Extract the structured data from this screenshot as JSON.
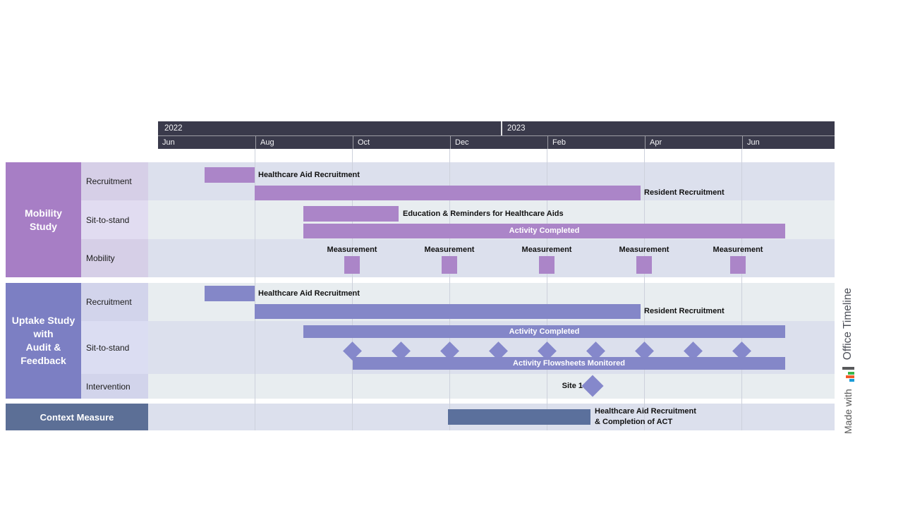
{
  "header": {
    "years": [
      {
        "label": "2022"
      },
      {
        "label": "2023"
      }
    ],
    "months": [
      {
        "label": "Jun"
      },
      {
        "label": "Aug"
      },
      {
        "label": "Oct"
      },
      {
        "label": "Dec"
      },
      {
        "label": "Feb"
      },
      {
        "label": "Apr"
      },
      {
        "label": "Jun"
      }
    ]
  },
  "groups": [
    {
      "label": "Mobility Study",
      "lines": [
        "Mobility",
        "Study"
      ],
      "rows": [
        {
          "label": "Recruitment",
          "bars": [
            {
              "label": "Healthcare Aid Recruitment"
            },
            {
              "label": "Resident Recruitment"
            }
          ]
        },
        {
          "label": "Sit-to-stand",
          "bars": [
            {
              "label": "Education & Reminders for Healthcare Aids"
            },
            {
              "label": "Activity Completed"
            }
          ]
        },
        {
          "label": "Mobility",
          "milestones": [
            {
              "label": "Measurement"
            },
            {
              "label": "Measurement"
            },
            {
              "label": "Measurement"
            },
            {
              "label": "Measurement"
            },
            {
              "label": "Measurement"
            }
          ]
        }
      ]
    },
    {
      "label": "Uptake Study with Audit & Feedback",
      "lines": [
        "Uptake Study",
        "with",
        "Audit &",
        "Feedback"
      ],
      "rows": [
        {
          "label": "Recruitment",
          "bars": [
            {
              "label": "Healthcare Aid Recruitment"
            },
            {
              "label": "Resident Recruitment"
            }
          ]
        },
        {
          "label": "Sit-to-stand",
          "bars": [
            {
              "label": "Activity Completed"
            },
            {
              "label": "Activity Flowsheets Monitored"
            }
          ],
          "milestones_count": 9
        },
        {
          "label": "Intervention",
          "milestones": [
            {
              "label": "Site 1"
            }
          ]
        }
      ]
    },
    {
      "label": "Context Measure",
      "bar": {
        "label_lines": [
          "Healthcare Aid Recruitment",
          "& Completion of ACT"
        ]
      }
    }
  ],
  "watermark": {
    "prefix": "Made with",
    "brand": "Office Timeline"
  },
  "colors": {
    "header_bg": "#3a3a4b",
    "mobility_accent": "#ab85c8",
    "mobility_block": "#a77ec5",
    "uptake_accent": "#8487c8",
    "uptake_block": "#7c7fc3",
    "context_accent": "#5b709c",
    "context_block": "#5c6f96",
    "row_lavender": "#dce0ed",
    "row_pale": "#e8edf0"
  },
  "chart_data": {
    "type": "gantt",
    "title": "",
    "x_axis": {
      "start": "2022-06",
      "end": "2023-07",
      "year_labels": [
        "2022",
        "2023"
      ],
      "month_ticks": [
        "Jun",
        "Aug",
        "Oct",
        "Dec",
        "Feb",
        "Apr",
        "Jun"
      ]
    },
    "legend_position": "none",
    "grid": true,
    "groups": [
      {
        "name": "Mobility Study",
        "color": "#ab85c8",
        "rows": [
          {
            "name": "Recruitment",
            "tasks": [
              {
                "label": "Healthcare Aid Recruitment",
                "start": "2022-07-01",
                "end": "2022-08-01"
              },
              {
                "label": "Resident Recruitment",
                "start": "2022-08-01",
                "end": "2023-04-01"
              }
            ]
          },
          {
            "name": "Sit-to-stand",
            "tasks": [
              {
                "label": "Education & Reminders for Healthcare Aids",
                "start": "2022-09-01",
                "end": "2022-11-01"
              },
              {
                "label": "Activity Completed",
                "start": "2022-09-01",
                "end": "2023-06-30",
                "label_inside": true
              }
            ]
          },
          {
            "name": "Mobility",
            "milestones": [
              {
                "label": "Measurement",
                "date": "2022-10-01",
                "shape": "square"
              },
              {
                "label": "Measurement",
                "date": "2022-12-01",
                "shape": "square"
              },
              {
                "label": "Measurement",
                "date": "2023-02-01",
                "shape": "square"
              },
              {
                "label": "Measurement",
                "date": "2023-04-01",
                "shape": "square"
              },
              {
                "label": "Measurement",
                "date": "2023-06-01",
                "shape": "square"
              }
            ]
          }
        ]
      },
      {
        "name": "Uptake Study with Audit & Feedback",
        "color": "#8487c8",
        "rows": [
          {
            "name": "Recruitment",
            "tasks": [
              {
                "label": "Healthcare Aid Recruitment",
                "start": "2022-07-01",
                "end": "2022-08-01"
              },
              {
                "label": "Resident Recruitment",
                "start": "2022-08-01",
                "end": "2023-04-01"
              }
            ]
          },
          {
            "name": "Sit-to-stand",
            "tasks": [
              {
                "label": "Activity Completed",
                "start": "2022-09-01",
                "end": "2023-06-30",
                "label_inside": true
              },
              {
                "label": "Activity Flowsheets Monitored",
                "start": "2022-10-01",
                "end": "2023-06-30",
                "label_inside": true
              }
            ],
            "milestones": [
              {
                "date": "2022-10-01",
                "shape": "diamond"
              },
              {
                "date": "2022-11-01",
                "shape": "diamond"
              },
              {
                "date": "2022-12-01",
                "shape": "diamond"
              },
              {
                "date": "2023-01-01",
                "shape": "diamond"
              },
              {
                "date": "2023-02-01",
                "shape": "diamond"
              },
              {
                "date": "2023-03-01",
                "shape": "diamond"
              },
              {
                "date": "2023-04-01",
                "shape": "diamond"
              },
              {
                "date": "2023-05-01",
                "shape": "diamond"
              },
              {
                "date": "2023-06-01",
                "shape": "diamond"
              }
            ]
          },
          {
            "name": "Intervention",
            "milestones": [
              {
                "label": "Site 1",
                "date": "2023-03-01",
                "shape": "diamond"
              }
            ]
          }
        ]
      },
      {
        "name": "Context Measure",
        "color": "#5b709c",
        "rows": [
          {
            "name": "Context Measure",
            "tasks": [
              {
                "label": "Healthcare Aid Recruitment & Completion of ACT",
                "start": "2022-12-01",
                "end": "2023-03-01"
              }
            ]
          }
        ]
      }
    ]
  }
}
